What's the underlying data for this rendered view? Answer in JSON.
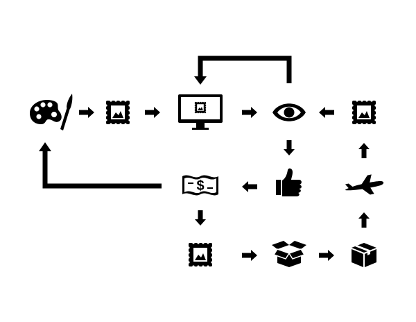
{
  "colors": {
    "ink": "#000000",
    "background": "#ffffff"
  },
  "price_symbol": "$",
  "nodes": [
    {
      "id": "palette",
      "icon": "art-palette-brush-icon"
    },
    {
      "id": "artwork-1",
      "icon": "framed-picture-icon"
    },
    {
      "id": "monitor",
      "icon": "computer-monitor-icon"
    },
    {
      "id": "eye",
      "icon": "eye-icon"
    },
    {
      "id": "artwork-2",
      "icon": "framed-picture-icon"
    },
    {
      "id": "thumb",
      "icon": "thumbs-up-icon"
    },
    {
      "id": "money",
      "icon": "banknote-dollar-icon"
    },
    {
      "id": "plane",
      "icon": "airplane-icon"
    },
    {
      "id": "artwork-3",
      "icon": "framed-picture-icon"
    },
    {
      "id": "open-box",
      "icon": "open-box-icon"
    },
    {
      "id": "closed-box",
      "icon": "closed-box-icon"
    }
  ],
  "flows": [
    {
      "from": "palette",
      "to": "artwork-1"
    },
    {
      "from": "artwork-1",
      "to": "monitor"
    },
    {
      "from": "monitor",
      "to": "eye"
    },
    {
      "from": "eye",
      "to": "monitor"
    },
    {
      "from": "artwork-2",
      "to": "eye"
    },
    {
      "from": "eye",
      "to": "thumb"
    },
    {
      "from": "thumb",
      "to": "money"
    },
    {
      "from": "money",
      "to": "palette"
    },
    {
      "from": "money",
      "to": "artwork-3"
    },
    {
      "from": "artwork-3",
      "to": "open-box"
    },
    {
      "from": "open-box",
      "to": "closed-box"
    },
    {
      "from": "closed-box",
      "to": "plane"
    },
    {
      "from": "plane",
      "to": "artwork-2"
    }
  ]
}
